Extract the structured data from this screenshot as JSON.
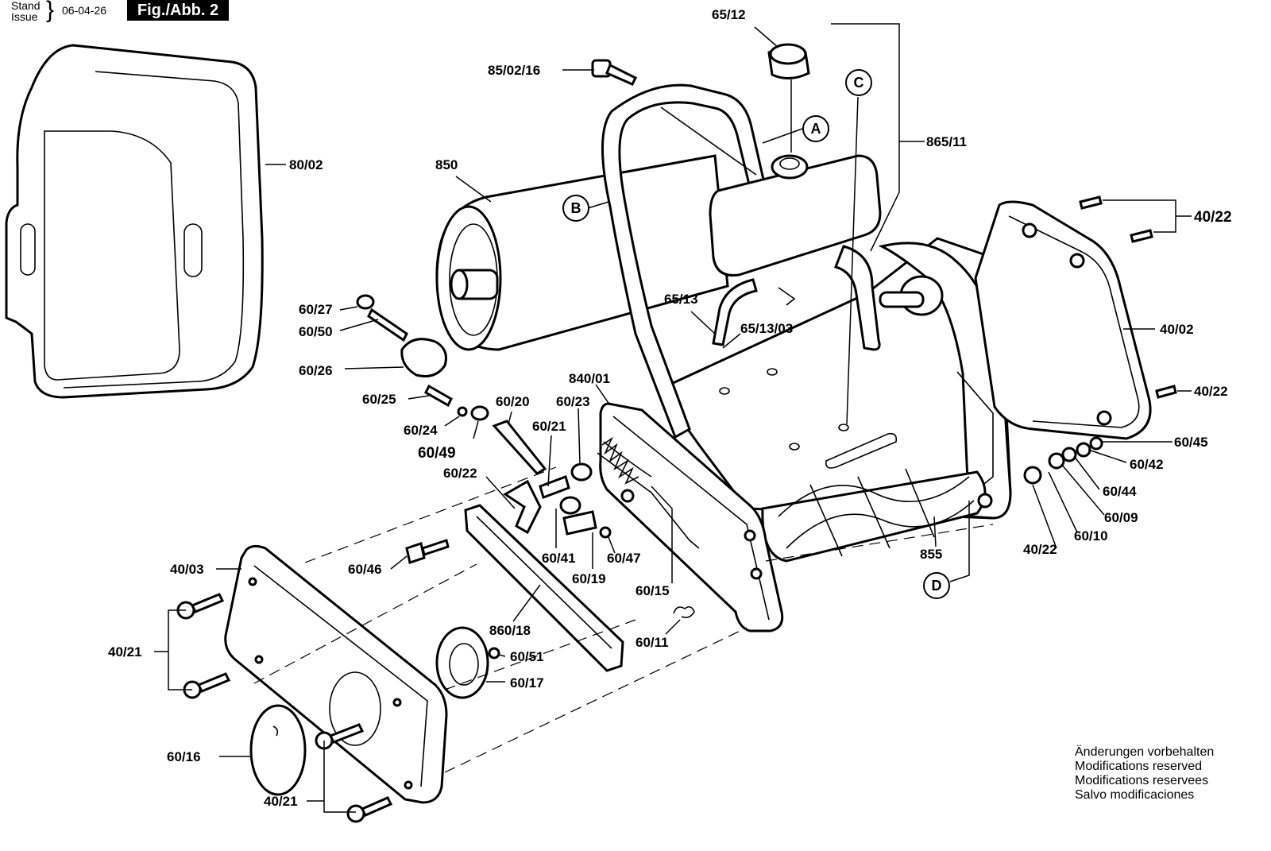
{
  "header": {
    "stand_label": "Stand",
    "issue_label": "Issue",
    "date": "06-04-26",
    "figure": "Fig./Abb. 2"
  },
  "callouts": {
    "A": "A",
    "B": "B",
    "C": "C",
    "D": "D"
  },
  "parts": {
    "p65_12": "65/12",
    "p85_02_16": "85/02/16",
    "p865_11": "865/11",
    "p850": "850",
    "p80_02": "80/02",
    "p40_22_top": "40/22",
    "p40_02": "40/02",
    "p40_22_mid": "40/22",
    "p60_45": "60/45",
    "p60_42": "60/42",
    "p60_44": "60/44",
    "p60_09": "60/09",
    "p60_10": "60/10",
    "p40_22_low": "40/22",
    "p855": "855",
    "p65_13": "65/13",
    "p65_13_03": "65/13/03",
    "p60_27": "60/27",
    "p60_50": "60/50",
    "p60_26": "60/26",
    "p60_25": "60/25",
    "p60_24": "60/24",
    "p60_49": "60/49",
    "p60_20": "60/20",
    "p840_01": "840/01",
    "p60_23": "60/23",
    "p60_21": "60/21",
    "p60_22": "60/22",
    "p60_41": "60/41",
    "p60_47": "60/47",
    "p60_19": "60/19",
    "p60_15": "60/15",
    "p60_11": "60/11",
    "p60_46": "60/46",
    "p40_03": "40/03",
    "p40_21_a": "40/21",
    "p860_18": "860/18",
    "p60_51": "60/51",
    "p60_17": "60/17",
    "p60_16": "60/16",
    "p40_21_b": "40/21"
  },
  "notice": {
    "de": "Änderungen vorbehalten",
    "en": "Modifications reserved",
    "fr": "Modifications reservees",
    "es": "Salvo modificaciones"
  }
}
